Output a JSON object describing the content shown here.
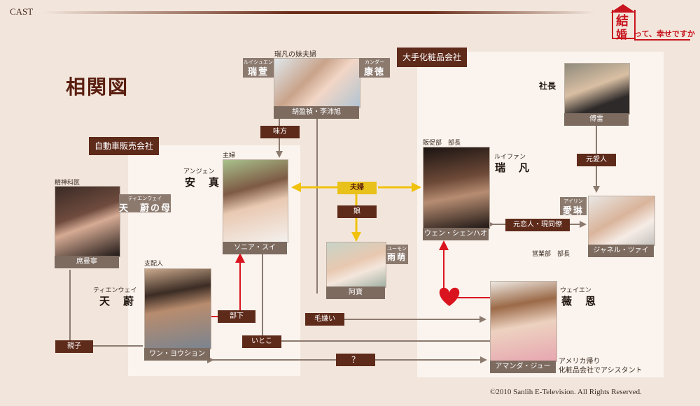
{
  "header": {
    "title": "CAST"
  },
  "logo": {
    "kanji_1": "結",
    "kanji_2": "婚",
    "rest": "って、幸せですか"
  },
  "diagram_title": "相関図",
  "groups": {
    "couple_group": "瑞凡の妹夫婦",
    "company_cosmetics": "大手化粧品会社",
    "company_car": "自動車販売会社"
  },
  "characters": {
    "couple": {
      "caption": "胡盈禎・李沛旭",
      "left_ruby": "ルイシュエン",
      "left_name": "瑞萱",
      "right_ruby": "カンダー",
      "right_name": "康徳"
    },
    "president": {
      "role": "社長",
      "caption": "傅雷"
    },
    "ruifan": {
      "role": "販促部　部長",
      "ruby": "ルイファン",
      "name": "瑞　凡",
      "caption": "ウェン・シェンハオ"
    },
    "ailin": {
      "ruby": "アイリン",
      "name": "愛琳",
      "caption": "ジャネル・ツァイ",
      "role": "営業部　部長"
    },
    "anzhen": {
      "role": "主婦",
      "ruby": "アンジェン",
      "name": "安　真",
      "caption": "ソニア・スイ"
    },
    "psychiatrist": {
      "role": "精神科医",
      "ruby": "ティエンウェイ",
      "name": "天　蔚の母",
      "caption": "席曼寧"
    },
    "amao": {
      "ruby": "ユーモン",
      "name": "雨萌",
      "caption": "阿寶"
    },
    "tianwei": {
      "role": "支配人",
      "ruby": "ティエンウェイ",
      "name": "天　蔚",
      "caption": "ワン・ヨウション"
    },
    "weien": {
      "ruby": "ウェイエン",
      "name": "薇　恩",
      "caption": "アマンダ・ジュー",
      "note_1": "アメリカ帰り",
      "note_2": "化粧品会社でアシスタント"
    }
  },
  "relations": {
    "aunt": "味方",
    "married": "夫婦",
    "daughter": "娘",
    "ex_lover": "元愛人",
    "ex_partner": "元恋人・現同僚",
    "subordinate": "部下",
    "dislike": "毛嫌い",
    "cousin": "いとこ",
    "parent_child": "親子",
    "unknown": "？"
  },
  "colors": {
    "accent_brown": "#5e2a1a",
    "marriage_yellow": "#e8c11a",
    "love_red": "#d9141e",
    "background": "#f2e6dc"
  },
  "copyright": "©2010 Sanlih E-Television. All Rights Reserved."
}
